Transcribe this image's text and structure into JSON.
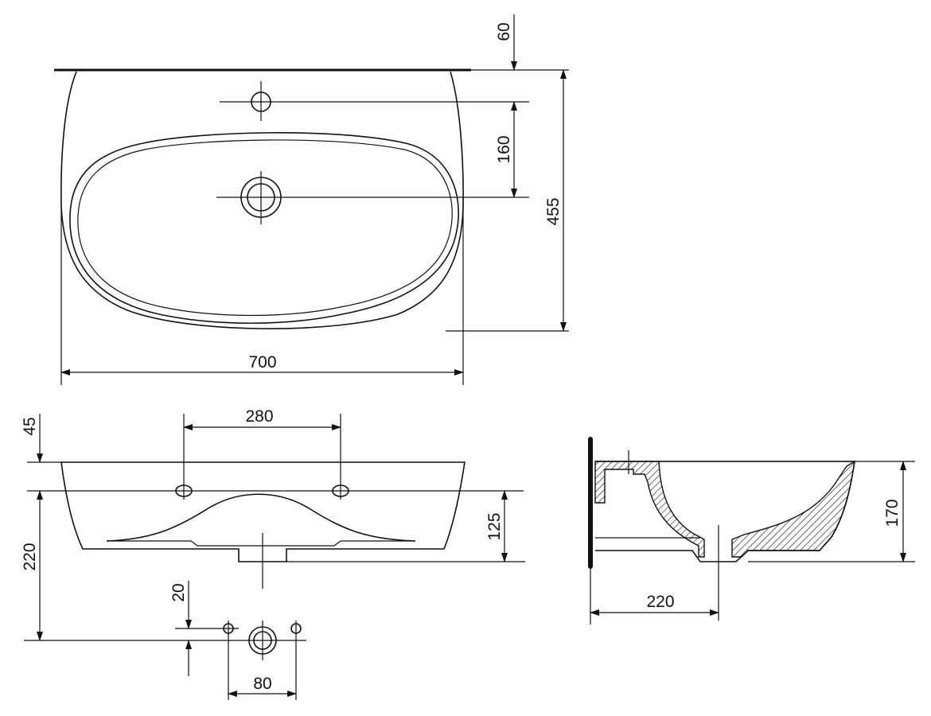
{
  "dimensions": {
    "top_view": {
      "width": "700",
      "depth": "455",
      "tap_hole_offset": "60",
      "tap_to_waste": "160"
    },
    "front_view": {
      "tap_hole_spacing": "280",
      "rim_to_holes": "45",
      "overflow_height": "125",
      "fixing_height": "220"
    },
    "detail": {
      "offset": "20",
      "spacing": "80"
    },
    "side_view": {
      "height": "170",
      "projection": "220"
    }
  }
}
